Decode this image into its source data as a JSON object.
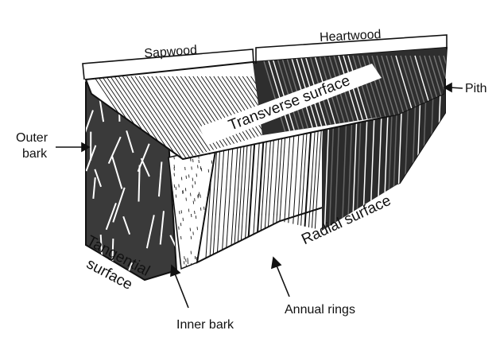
{
  "diagram": {
    "labels": {
      "sapwood": "Sapwood",
      "heartwood": "Heartwood",
      "pith": "Pith",
      "outer_bark_line1": "Outer",
      "outer_bark_line2": "bark",
      "transverse_surface": "Transverse surface",
      "radial_surface": "Radial surface",
      "tangential_line1": "Tangential",
      "tangential_line2": "surface",
      "inner_bark": "Inner bark",
      "annual_rings": "Annual rings"
    },
    "colors": {
      "ink": "#111111",
      "paper": "#ffffff",
      "heartwood_fill": "#2b2b2b"
    }
  }
}
